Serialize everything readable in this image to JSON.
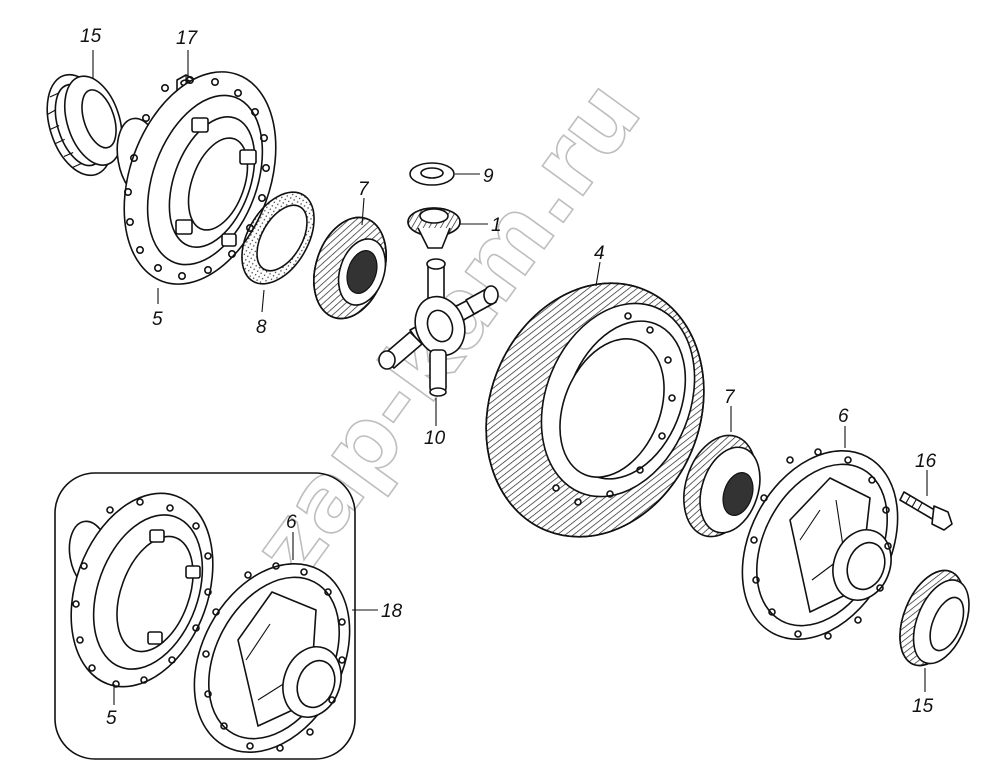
{
  "watermark": "zap-kam.ru",
  "callouts": [
    {
      "id": "c15a",
      "text": "15"
    },
    {
      "id": "c17",
      "text": "17"
    },
    {
      "id": "c9",
      "text": "9"
    },
    {
      "id": "c7a",
      "text": "7"
    },
    {
      "id": "c1",
      "text": "1"
    },
    {
      "id": "c4",
      "text": "4"
    },
    {
      "id": "c5a",
      "text": "5"
    },
    {
      "id": "c8",
      "text": "8"
    },
    {
      "id": "c10",
      "text": "10"
    },
    {
      "id": "c7b",
      "text": "7"
    },
    {
      "id": "c6a",
      "text": "6"
    },
    {
      "id": "c16",
      "text": "16"
    },
    {
      "id": "c6b",
      "text": "6"
    },
    {
      "id": "c18",
      "text": "18"
    },
    {
      "id": "c5b",
      "text": "5"
    },
    {
      "id": "c15b",
      "text": "15"
    }
  ]
}
